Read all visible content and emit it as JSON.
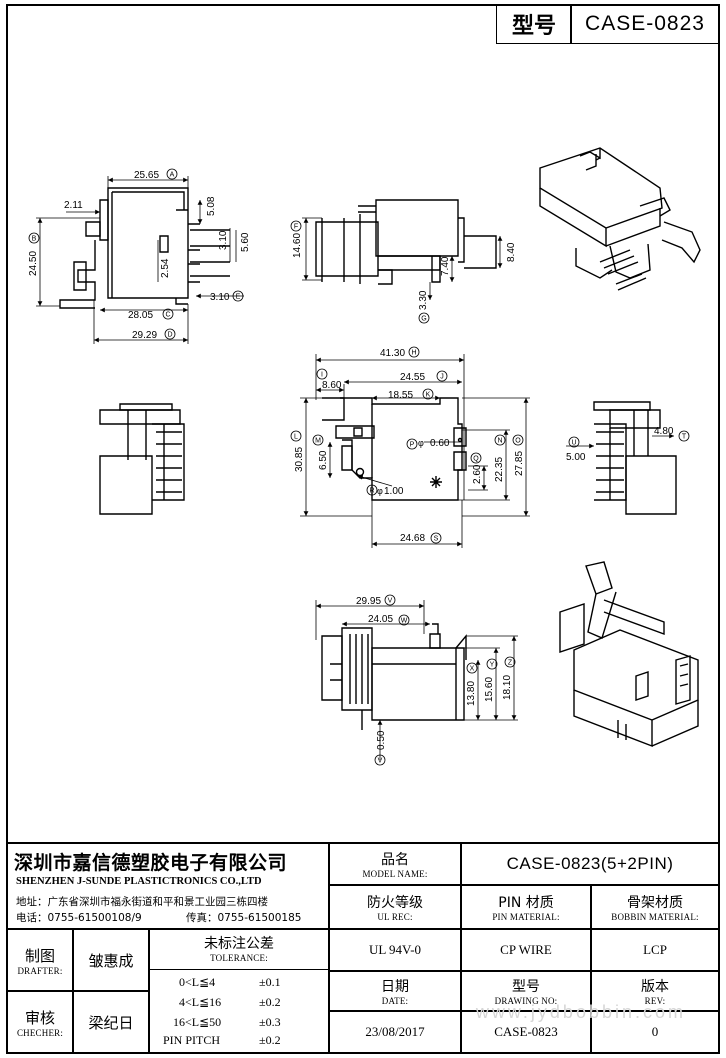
{
  "header": {
    "model_label": "型号",
    "model_value": "CASE-0823"
  },
  "dimensions": {
    "top_left": [
      "25.65",
      "2.11",
      "5.08",
      "3.10",
      "5.60",
      "24.50",
      "2.54",
      "3.10",
      "28.05",
      "29.29"
    ],
    "top_left_markers": [
      "A",
      "B",
      "C",
      "D",
      "E"
    ],
    "top_mid": [
      "14.60",
      "8.40",
      "7.40",
      "3.30"
    ],
    "top_mid_markers": [
      "F",
      "G"
    ],
    "center": [
      "41.30",
      "8.60",
      "24.55",
      "18.55",
      "0.60",
      "6.50",
      "30.85",
      "22.35",
      "27.85",
      "2.60",
      "1.00",
      "24.68"
    ],
    "center_markers": [
      "H",
      "I",
      "J",
      "K",
      "L",
      "M",
      "N",
      "O",
      "P",
      "Q",
      "R",
      "S"
    ],
    "right_side": [
      "4.80",
      "5.00"
    ],
    "right_side_markers": [
      "T",
      "U"
    ],
    "bottom_mid": [
      "29.95",
      "24.05",
      "13.80",
      "15.60",
      "18.10",
      "0.50"
    ],
    "bottom_mid_markers": [
      "V",
      "W",
      "X",
      "Y",
      "Z",
      "V"
    ],
    "phi_symbol": "φ"
  },
  "title_block": {
    "company_cn": "深圳市嘉信德塑胶电子有限公司",
    "company_en": "SHENZHEN J-SUNDE PLASTICTRONICS CO.,LTD",
    "address": "地址：广东省深圳市福永街道和平和景工业园三栋四楼",
    "phone": "电话：0755-61500108/9",
    "fax": "传真：0755-61500185",
    "model_name_cn": "品名",
    "model_name_en": "MODEL NAME:",
    "model_name_value": "CASE-0823(5+2PIN)",
    "ul_rec_cn": "防火等级",
    "ul_rec_en": "UL REC:",
    "pin_material_cn": "PIN 材质",
    "pin_material_en": "PIN MATERIAL:",
    "bobbin_material_cn": "骨架材质",
    "bobbin_material_en": "BOBBIN MATERIAL:",
    "ul_value": "UL 94V-0",
    "pin_value": "CP WIRE",
    "bobbin_value": "LCP",
    "drafter_cn": "制图",
    "drafter_en": "DRAFTER:",
    "drafter_name": "皱惠成",
    "checker_cn": "审核",
    "checker_en": "CHECHER:",
    "checker_name": "梁纪日",
    "tolerance_cn": "未标注公差",
    "tolerance_en": "TOLERANCE:",
    "tolerance_rows": [
      {
        "range": "0<L≦4",
        "value": "±0.1"
      },
      {
        "range": "4<L≦16",
        "value": "±0.2"
      },
      {
        "range": "16<L≦50",
        "value": "±0.3"
      },
      {
        "range": "PIN PITCH",
        "value": "±0.2"
      }
    ],
    "date_cn": "日期",
    "date_en": "DATE:",
    "date_value": "23/08/2017",
    "drawing_no_cn": "型号",
    "drawing_no_en": "DRAWING NO:",
    "drawing_no_value": "CASE-0823",
    "rev_cn": "版本",
    "rev_en": "REV:",
    "rev_value": "0"
  },
  "watermark": "www.jydbobbin.com"
}
